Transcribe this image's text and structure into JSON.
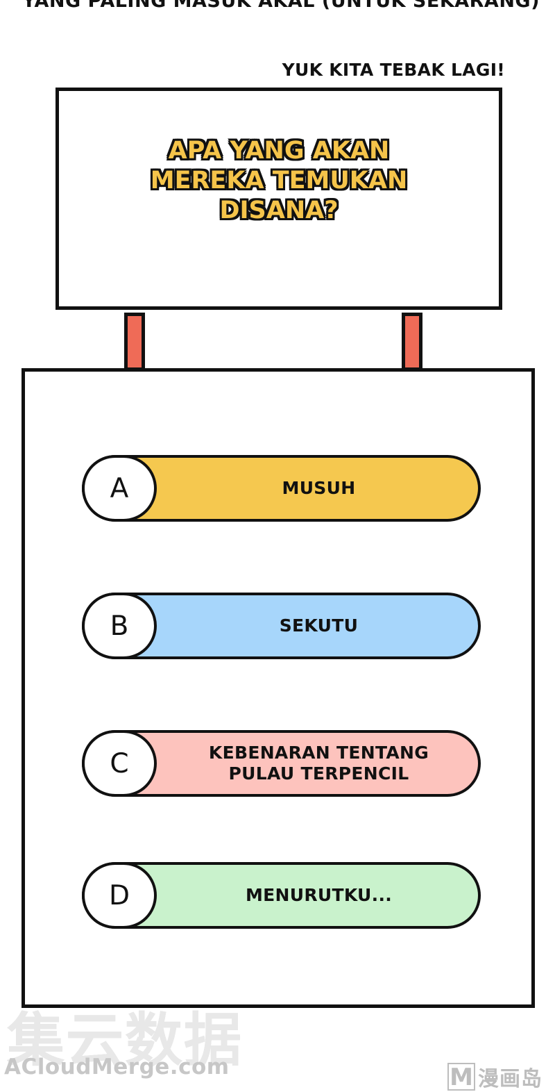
{
  "top_caption": "YANG PALING MASUK AKAL (UNTUK SEKARANG)",
  "subcaption": "YUK KITA TEBAK LAGI!",
  "question": {
    "lines": [
      "APA YANG AKAN",
      "MEREKA TEMUKAN",
      "DISANA?"
    ]
  },
  "options": [
    {
      "letter": "A",
      "text": "MUSUH",
      "color": "#f5c84f"
    },
    {
      "letter": "B",
      "text": "SEKUTU",
      "color": "#a7d6fb"
    },
    {
      "letter": "C",
      "text": "KEBENARAN TENTANG PULAU TERPENCIL",
      "color": "#fdc3bd"
    },
    {
      "letter": "D",
      "text": "MENURUTKU...",
      "color": "#c9f2cc"
    }
  ],
  "watermarks": {
    "left_chinese": "集云数据",
    "left_english": "ACloudMerge.com",
    "right_logo": "M",
    "right_text": "漫画岛"
  }
}
